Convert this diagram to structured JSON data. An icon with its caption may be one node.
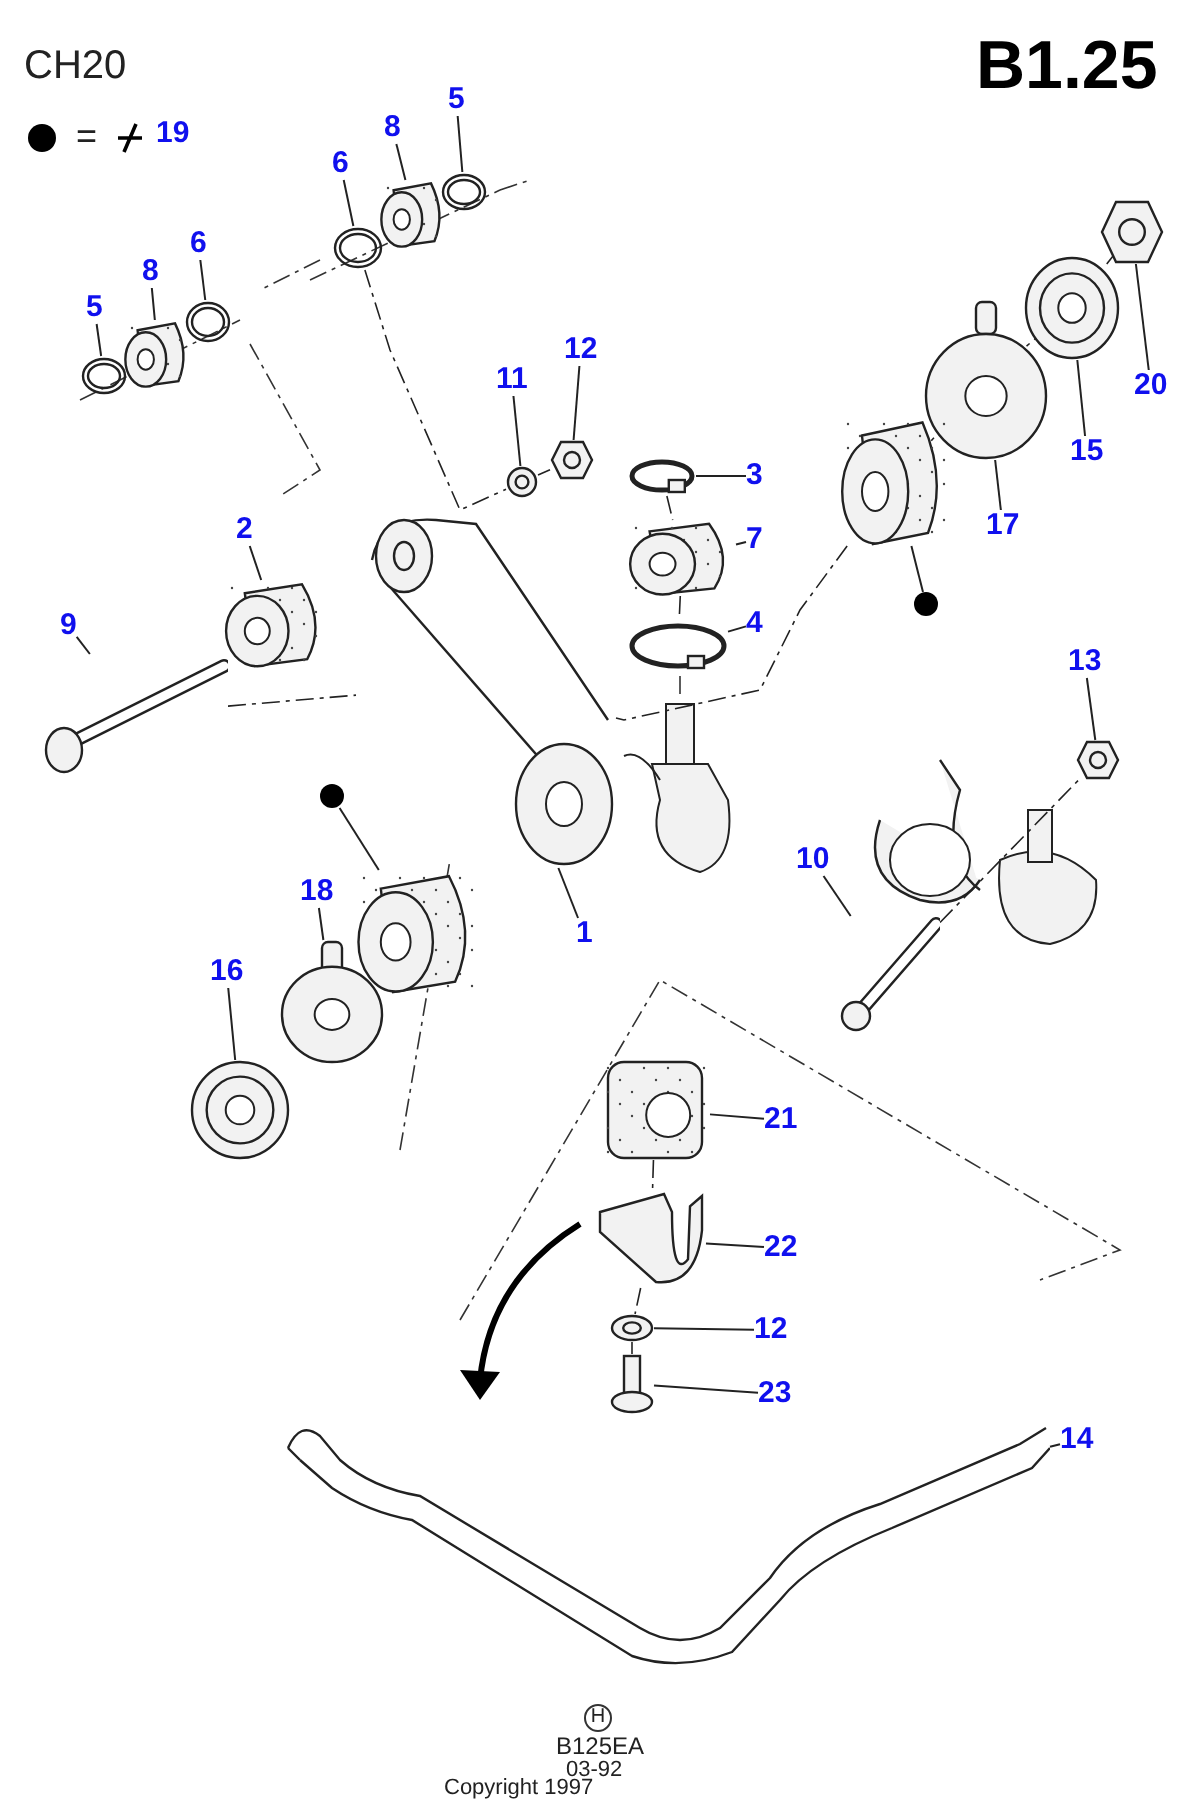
{
  "diagram": {
    "nodes": [
      {
        "text": [
          "5"
        ]
      },
      {
        "text": [],
        "shape": "picture"
      },
      {
        "text": [
          "8"
        ]
      },
      {
        "text": [],
        "shape": "picture"
      },
      {
        "text": [
          "6"
        ]
      },
      {
        "text": [],
        "shape": "picture"
      },
      {
        "text": [
          "5"
        ]
      },
      {
        "text": [],
        "shape": "picture"
      },
      {
        "text": [
          "8"
        ]
      },
      {
        "text": [],
        "shape": "picture"
      },
      {
        "text": [
          "6"
        ]
      },
      {
        "text": [],
        "shape": "picture"
      },
      {
        "text": [
          "11"
        ]
      },
      {
        "text": [],
        "shape": "picture"
      },
      {
        "text": [
          "12"
        ]
      },
      {
        "text": [],
        "shape": "picture"
      },
      {
        "text": [
          "3"
        ]
      },
      {
        "text": [],
        "shape": "picture"
      },
      {
        "text": [
          "7"
        ]
      },
      {
        "text": [],
        "shape": "picture"
      },
      {
        "text": [
          "4"
        ]
      },
      {
        "text": [],
        "shape": "picture"
      },
      {
        "text": [
          "2"
        ]
      },
      {
        "text": [],
        "shape": "picture"
      },
      {
        "text": [
          "9"
        ]
      },
      {
        "text": [],
        "shape": "picture"
      },
      {
        "text": [
          "1"
        ]
      },
      {
        "text": [],
        "shape": "picture"
      },
      {
        "text": [
          "18"
        ]
      },
      {
        "text": [],
        "shape": "picture"
      },
      {
        "text": [
          "16"
        ]
      },
      {
        "text": [],
        "shape": "picture"
      },
      {
        "text": [
          "17"
        ]
      },
      {
        "text": [],
        "shape": "picture"
      },
      {
        "text": [
          "15"
        ]
      },
      {
        "text": [],
        "shape": "picture"
      },
      {
        "text": [
          "20"
        ]
      },
      {
        "text": [],
        "shape": "picture"
      },
      {
        "text": [
          "13"
        ]
      },
      {
        "text": [],
        "shape": "picture"
      },
      {
        "text": [
          "10"
        ]
      },
      {
        "text": [],
        "shape": "picture"
      },
      {
        "text": [
          "21"
        ]
      },
      {
        "text": [],
        "shape": "picture"
      },
      {
        "text": [
          "22"
        ]
      },
      {
        "text": [],
        "shape": "picture"
      },
      {
        "text": [
          "12"
        ]
      },
      {
        "text": [],
        "shape": "picture"
      },
      {
        "text": [
          "23"
        ]
      },
      {
        "text": [],
        "shape": "picture"
      },
      {
        "text": [
          "14"
        ]
      },
      {
        "text": [],
        "shape": "picture"
      },
      {
        "text": [],
        "shape": "circle"
      },
      {
        "text": [],
        "shape": "picture"
      },
      {
        "text": [],
        "shape": "circle"
      },
      {
        "text": [],
        "shape": "picture"
      }
    ],
    "edges": [
      {
        "from": 0,
        "to": 1,
        "arrow": "none"
      },
      {
        "from": 2,
        "to": 3,
        "arrow": "none"
      },
      {
        "from": 4,
        "to": 5,
        "arrow": "none"
      },
      {
        "from": 6,
        "to": 7,
        "arrow": "none"
      },
      {
        "from": 8,
        "to": 9,
        "arrow": "none"
      },
      {
        "from": 10,
        "to": 11,
        "arrow": "none"
      },
      {
        "from": 12,
        "to": 13,
        "arrow": "none"
      },
      {
        "from": 14,
        "to": 15,
        "arrow": "none"
      },
      {
        "from": 16,
        "to": 17,
        "arrow": "none"
      },
      {
        "from": 18,
        "to": 19,
        "arrow": "none"
      },
      {
        "from": 20,
        "to": 21,
        "arrow": "none"
      },
      {
        "from": 22,
        "to": 23,
        "arrow": "none"
      },
      {
        "from": 24,
        "to": 25,
        "arrow": "none"
      },
      {
        "from": 26,
        "to": 27,
        "arrow": "none"
      },
      {
        "from": 28,
        "to": 29,
        "arrow": "none"
      },
      {
        "from": 30,
        "to": 31,
        "arrow": "none"
      },
      {
        "from": 32,
        "to": 33,
        "arrow": "none"
      },
      {
        "from": 34,
        "to": 35,
        "arrow": "none"
      },
      {
        "from": 36,
        "to": 37,
        "arrow": "none"
      },
      {
        "from": 38,
        "to": 39,
        "arrow": "none"
      },
      {
        "from": 40,
        "to": 41,
        "arrow": "none"
      },
      {
        "from": 42,
        "to": 43,
        "arrow": "none"
      },
      {
        "from": 44,
        "to": 45,
        "arrow": "none"
      },
      {
        "from": 46,
        "to": 47,
        "arrow": "none"
      },
      {
        "from": 48,
        "to": 49,
        "arrow": "none"
      },
      {
        "from": 50,
        "to": 51,
        "arrow": "none"
      },
      {
        "from": 52,
        "to": 53,
        "arrow": "none"
      },
      {
        "from": 54,
        "to": 55,
        "arrow": "none"
      },
      {
        "from": 55,
        "to": 27,
        "arrow": "none",
        "style": "dashed"
      },
      {
        "from": 5,
        "to": 13,
        "arrow": "none",
        "style": "dashed"
      },
      {
        "from": 13,
        "to": 15,
        "arrow": "none",
        "style": "dashed"
      },
      {
        "from": 41,
        "to": 39,
        "arrow": "none",
        "style": "dashed"
      },
      {
        "from": 43,
        "to": 45,
        "arrow": "none",
        "style": "dashed"
      },
      {
        "from": 45,
        "to": 47,
        "arrow": "none",
        "style": "dashed"
      },
      {
        "from": 47,
        "to": 49,
        "arrow": "none",
        "style": "dashed"
      },
      {
        "from": 55,
        "to": 33,
        "arrow": "none",
        "style": "dashed"
      },
      {
        "from": 33,
        "to": 35,
        "arrow": "none",
        "style": "dashed"
      },
      {
        "from": 35,
        "to": 37,
        "arrow": "none",
        "style": "dashed"
      },
      {
        "from": 25,
        "to": 27,
        "arrow": "none",
        "style": "dashed"
      },
      {
        "from": 17,
        "to": 19,
        "arrow": "none",
        "style": "dashed"
      },
      {
        "from": 19,
        "to": 21,
        "arrow": "none",
        "style": "dashed"
      }
    ],
    "labels": [
      "CH20",
      "B1.25",
      "=",
      "19",
      "H",
      "B125EA",
      "03-92",
      "Copyright 1997"
    ]
  }
}
